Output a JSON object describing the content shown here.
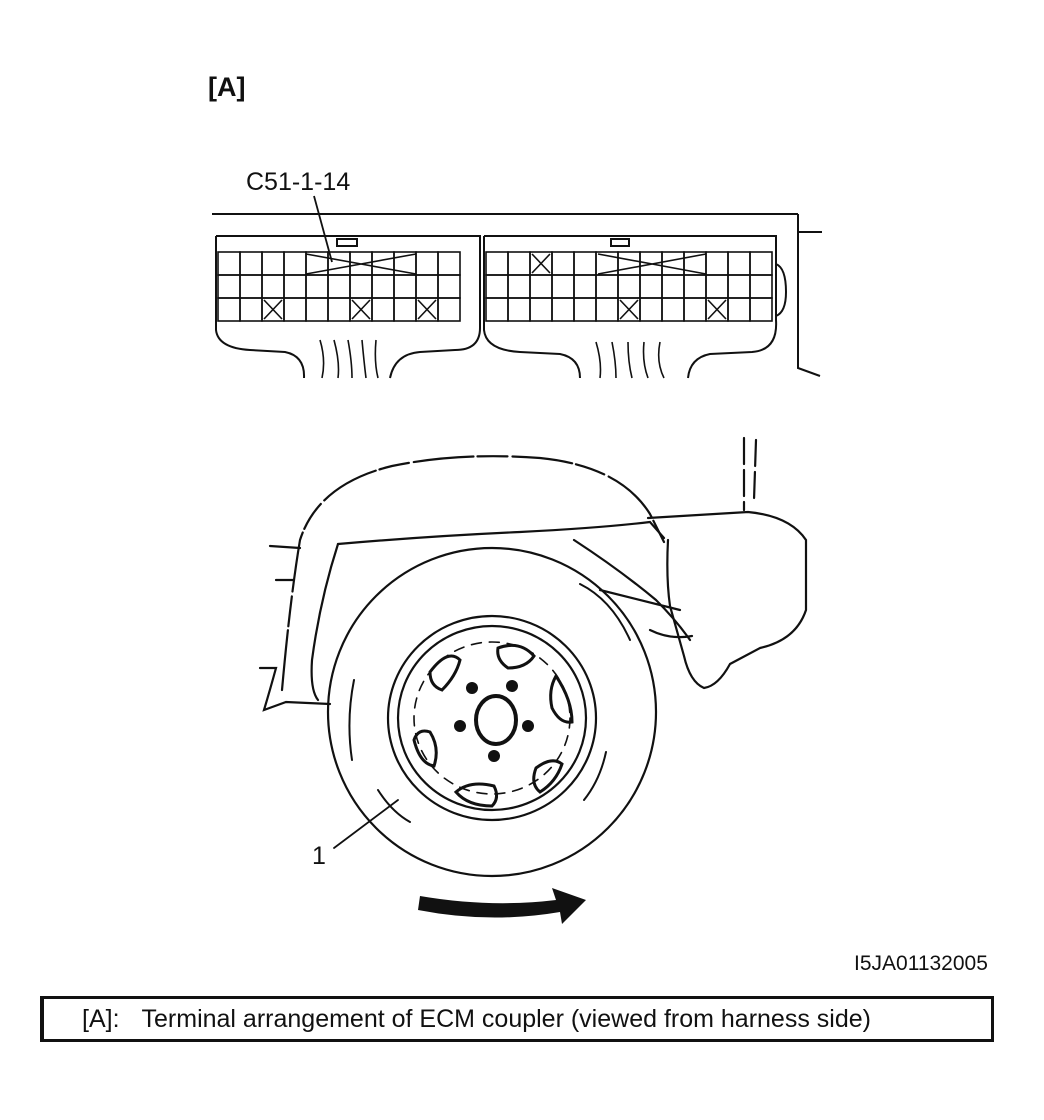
{
  "figure": {
    "view_label": "[A]",
    "connector_label": "C51-1-14",
    "part_label": "1",
    "figure_code": "I5JA01132005"
  },
  "caption": {
    "key": "[A]:",
    "text": "Terminal arrangement of ECM coupler (viewed from harness side)"
  },
  "colors": {
    "line": "#111111",
    "background": "#ffffff"
  },
  "icons": {
    "rotation": "curved-arrow-icon"
  }
}
